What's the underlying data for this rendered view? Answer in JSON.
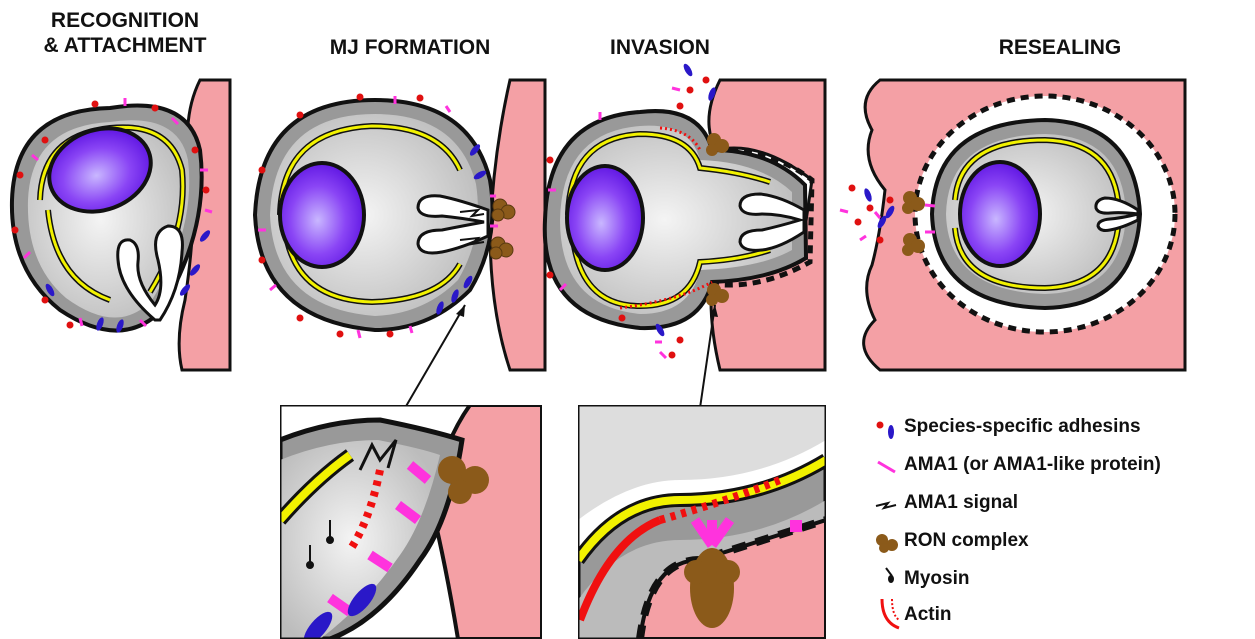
{
  "stages": [
    {
      "label_line1": "RECOGNITION",
      "label_line2": "& ATTACHMENT"
    },
    {
      "label_line1": "MJ FORMATION",
      "label_line2": ""
    },
    {
      "label_line1": "INVASION",
      "label_line2": ""
    },
    {
      "label_line1": "RESEALING",
      "label_line2": ""
    }
  ],
  "legend": [
    {
      "label": "Species-specific adhesins",
      "icon": "adhesin-icon"
    },
    {
      "label": "AMA1 (or AMA1-like protein)",
      "icon": "ama1-icon"
    },
    {
      "label": "AMA1 signal",
      "icon": "lightning-icon"
    },
    {
      "label": "RON complex",
      "icon": "ron-complex-icon"
    },
    {
      "label": "Myosin",
      "icon": "myosin-icon"
    },
    {
      "label": "Actin",
      "icon": "actin-icon"
    }
  ],
  "colors": {
    "host_cell": "#f4a0a5",
    "parasite_body": "#c9c9c9",
    "nucleus": "#7b2cf0",
    "imc_line": "#f2f200",
    "ama1": "#ff33dd",
    "adhesin_red": "#e01010",
    "adhesin_blue": "#2a18c8",
    "ron": "#8b5a1a",
    "actin": "#f01010"
  }
}
